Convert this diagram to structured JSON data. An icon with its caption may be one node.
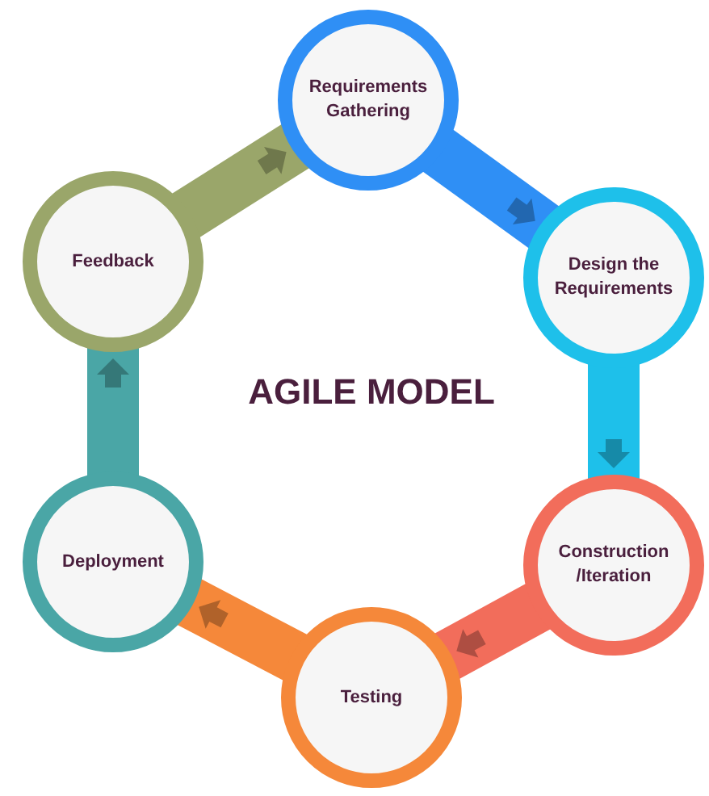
{
  "diagram": {
    "title": "AGILE MODEL",
    "nodes": [
      {
        "text": [
          "Requirements Gathering"
        ]
      },
      {
        "text": [
          "Design the Requirements"
        ]
      },
      {
        "text": [
          "Construction /Iteration"
        ]
      },
      {
        "text": [
          "Testing"
        ]
      },
      {
        "text": [
          "Deployment"
        ]
      },
      {
        "text": [
          "Feedback"
        ]
      }
    ],
    "edges": [
      {
        "from": 0,
        "to": 1,
        "arrow": "to",
        "color": "#2f8ff5"
      },
      {
        "from": 1,
        "to": 2,
        "arrow": "to",
        "color": "#1ec0ea"
      },
      {
        "from": 2,
        "to": 3,
        "arrow": "to",
        "color": "#f26d5b"
      },
      {
        "from": 3,
        "to": 4,
        "arrow": "to",
        "color": "#f5883a"
      },
      {
        "from": 4,
        "to": 5,
        "arrow": "to",
        "color": "#4aa6a6"
      },
      {
        "from": 5,
        "to": 0,
        "arrow": "to",
        "color": "#9aa66a"
      }
    ]
  }
}
